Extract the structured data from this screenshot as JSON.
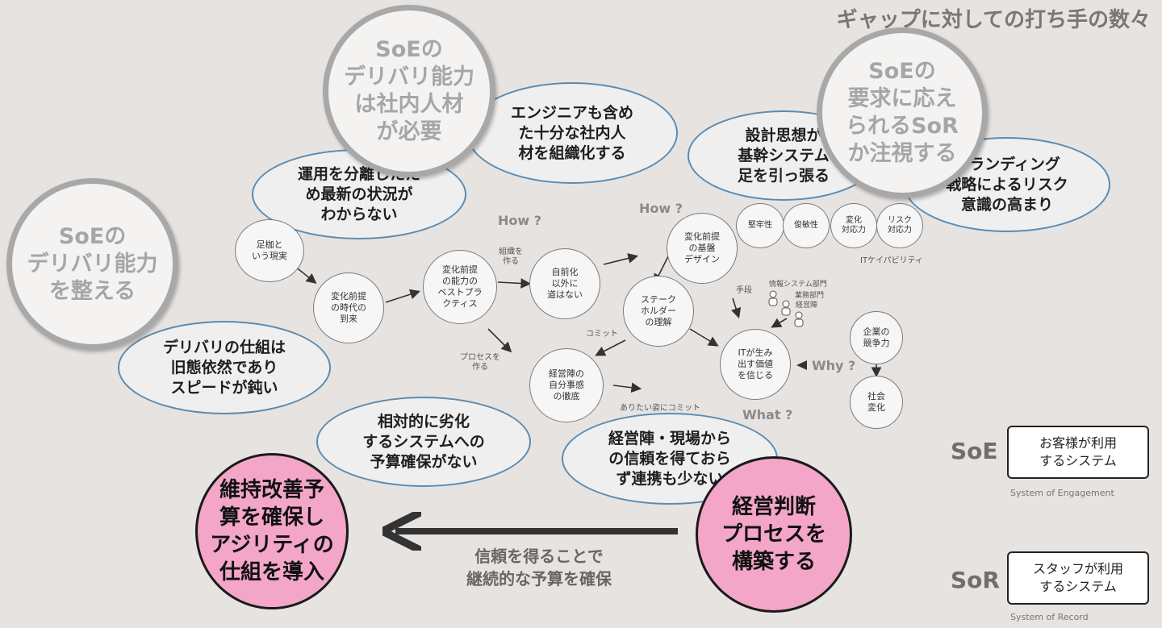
{
  "title": "ギャップに対しての打ち手の数々",
  "big_circles": {
    "left": "SoEの\nデリバリ能力\nを整える",
    "top": "SoEの\nデリバリ能力\nは社内人材\nが必要",
    "right": "SoEの\n要求に応え\nられるSoR\nか注視する"
  },
  "ellipses": {
    "operations": "運用を分離したた\nめ最新の状況が\nわからない",
    "engineers": "エンジニアも含め\nた十分な社内人\n材を組織化する",
    "design": "設計思想が\n基幹システム\n足を引っ張る",
    "branding": "ブランディング\n戦略によるリスク\n意識の高まり",
    "delivery": "デリバリの仕組は\n旧態依然であり\nスピードが鈍い",
    "budget": "相対的に劣化\nするシステムへの\n予算確保がない",
    "trust": "経営陣・現場から\nの信頼を得ておら\nず連携も少ない"
  },
  "small_circles": {
    "ashikase": "足枷と\nいう現実",
    "era": "変化前提\nの時代の\n到来",
    "best_practice": "変化前提\nの能力の\nベストプラ\nクティス",
    "no_path": "自前化\n以外に\n道はない",
    "foundation": "変化前提\nの基盤\nデザイン",
    "stakeholder": "ステーク\nホルダー\nの理解",
    "ownership": "経営陣の\n自分事感\nの徹底",
    "it_value": "ITが生み\n出す価値\nを信じる",
    "competitiveness": "企業の\n競争力",
    "social_change": "社会\n変化"
  },
  "capabilities": [
    "堅牢性",
    "俊敏性",
    "変化\n対応力",
    "リスク\n対応力"
  ],
  "labels": {
    "it_capability": "ITケイパビリティ",
    "org": "組織を\n作る",
    "process": "プロセスを\n作る",
    "commit": "コミット",
    "commit_ideal": "ありたい姿にコミット",
    "means": "手段",
    "is_dept": "情報システム部門",
    "biz_dept": "業務部門",
    "mgmt": "経営陣"
  },
  "questions": {
    "how1": "How ?",
    "how2": "How ?",
    "why": "Why ?",
    "what": "What ?"
  },
  "pink": {
    "left": "維持改善予\n算を確保し\nアジリティの\n仕組を導入",
    "right": "経営判断\nプロセスを\n構築する"
  },
  "arrow_caption": "信頼を得ることで\n継続的な予算を確保",
  "legend": {
    "soe_key": "SoE",
    "soe_box": "お客様が利用\nするシステム",
    "soe_sub": "System of Engagement",
    "sor_key": "SoR",
    "sor_box": "スタッフが利用\nするシステム",
    "sor_sub": "System of Record"
  },
  "colors": {
    "background": "#e6e3e1",
    "pink": "#f3a6c8",
    "ellipse_border": "#5c8bb0",
    "big_circle_border": "#a8a8a8"
  }
}
